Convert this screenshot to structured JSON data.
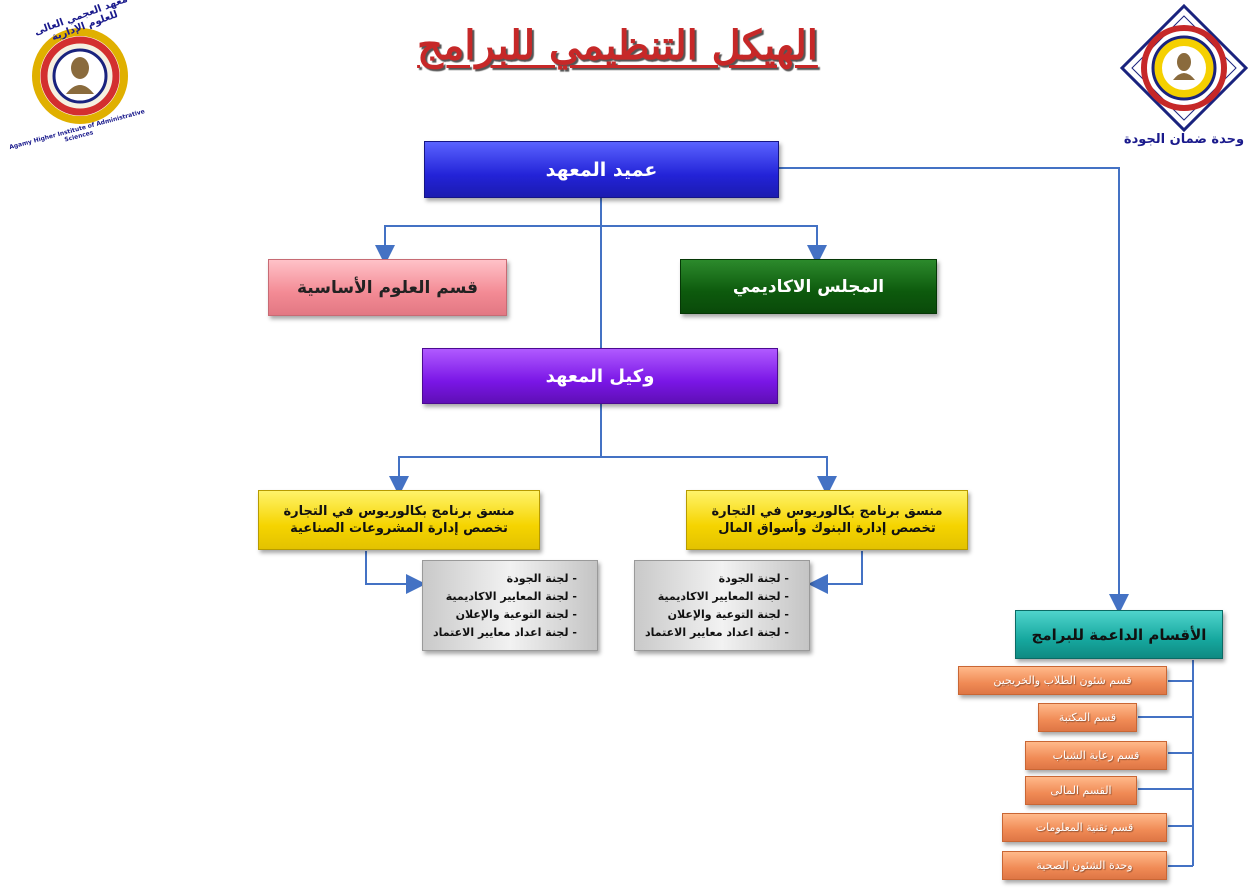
{
  "title": "الهيكل التنظيمي للبرامج",
  "left_logo": {
    "arabic_text": "معهد العجمي العالى للعلوم الإدارية",
    "english_text": "Agamy Higher Institute of Administrative Sciences"
  },
  "right_logo": {
    "caption": "وحدة ضمان الجودة"
  },
  "nodes": {
    "dean": "عميد المعهد",
    "basic_sciences": "قسم العلوم الأساسية",
    "academic_council": "المجلس الاكاديمي",
    "vice_dean": "وكيل المعهد",
    "coordinator_left": {
      "line1": "منسق برنامج بكالوريوس في التجارة",
      "line2": "تخصص إدارة المشروعات الصناعية"
    },
    "coordinator_right": {
      "line1": "منسق برنامج بكالوريوس في التجارة",
      "line2": "تخصص إدارة البنوك وأسواق المال"
    },
    "committees": [
      "- لجنة الجودة",
      "- لجنة المعايير الاكاديمية",
      "- لجنة التوعية والإعلان",
      "- لجنة اعداد معايير الاعتماد"
    ],
    "support_units": "الأقسام الداعمة للبرامج",
    "departments": [
      "قسم شئون الطلاب والخريجين",
      "قسم المكتبة",
      "قسم رعاية الشباب",
      "القسم المالى",
      "قسم تقنية المعلومات",
      "وحدة الشئون الصحية"
    ]
  },
  "colors": {
    "title": "#c62828",
    "dean": "#2323d8",
    "basic_sciences": "#f38a94",
    "academic_council": "#0d5a0d",
    "vice_dean": "#7a16e6",
    "coordinators": "#f5d400",
    "committees": "#d9d9d9",
    "support_units": "#16a89f",
    "departments": "#f08a55",
    "connectors": "#4472c4"
  }
}
